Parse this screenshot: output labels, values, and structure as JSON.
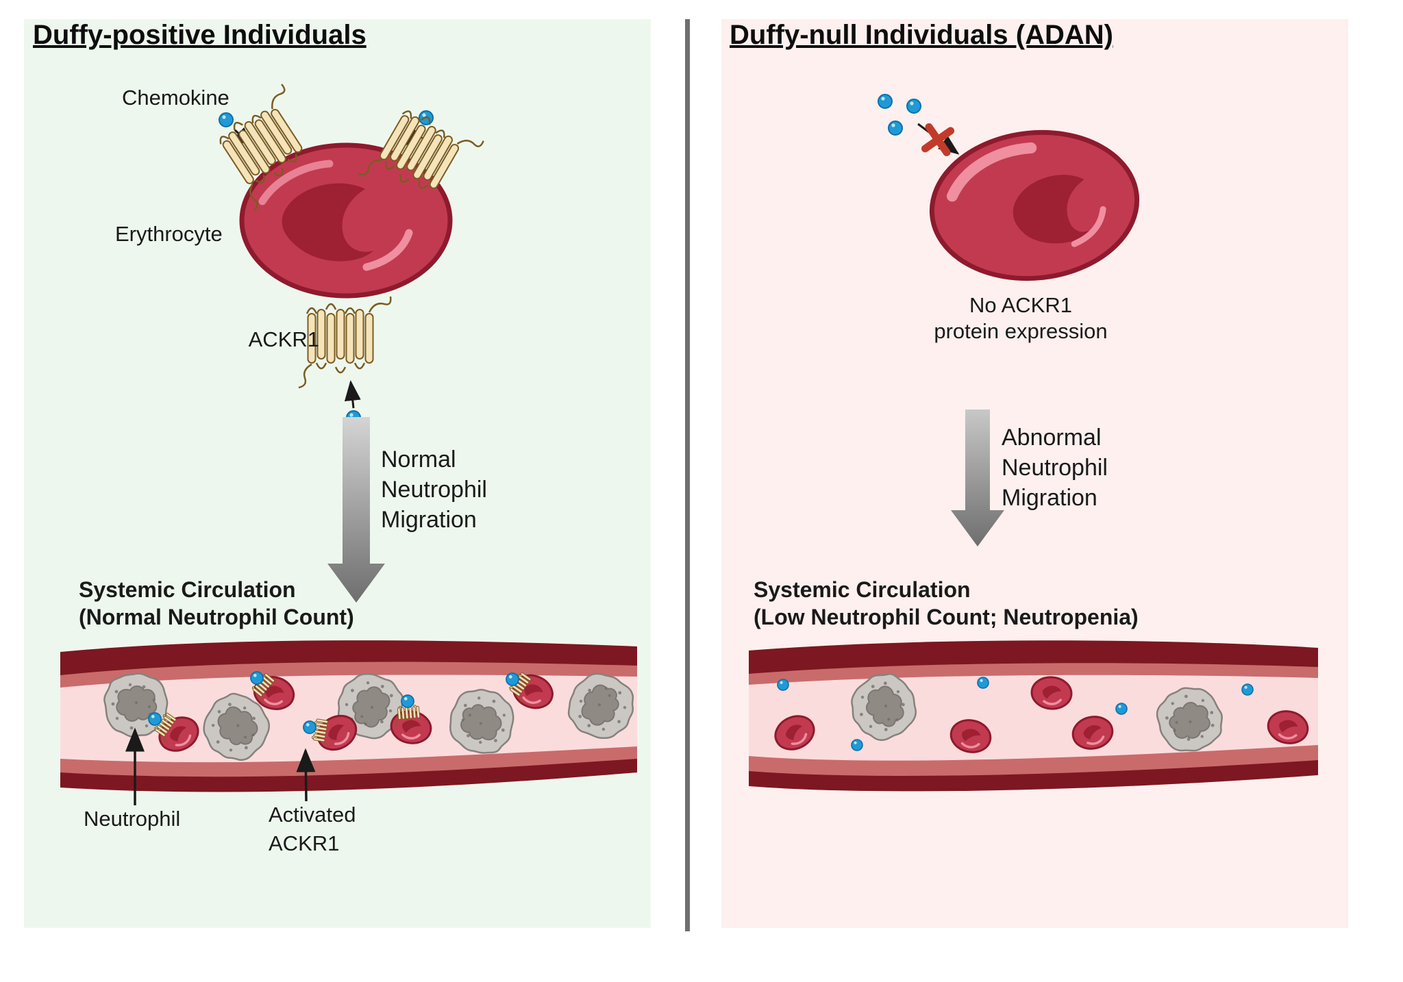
{
  "colors": {
    "ink": "#1a1a1a",
    "panel-green": "#eef7ee",
    "panel-pink": "#fdf0ef",
    "divider": "#6e6e6e",
    "rbc-body": "#c23a50",
    "rbc-edge": "#8e1a2d",
    "rbc-dark": "#9e2033",
    "rbc-light": "#ef8fa0",
    "vessel-dark": "#7d1721",
    "vessel-mid": "#c96b6b",
    "vessel-lumen": "#fbdcdc",
    "neut-body": "#cbc7c3",
    "neut-edge": "#85817d",
    "neut-nucleus": "#8f8a84",
    "neut-spot": "#6f6b66",
    "receptor-fill": "#f5e3ba",
    "receptor-edge": "#7a5c22",
    "chemo-fill": "#1f9ad6",
    "chemo-edge": "#0e6fa8",
    "arrow-gray-light": "#d4d4d4",
    "arrow-gray-dark": "#6e6e6e",
    "x-red": "#c23b2a"
  },
  "left_panel": {
    "title": "Duffy-positive Individuals",
    "chemokine_label": "Chemokine",
    "erythrocyte_label": "Erythrocyte",
    "ackr1_label": "ACKR1",
    "migration_line1": "Normal",
    "migration_line2": "Neutrophil",
    "migration_line3": "Migration",
    "circulation_title": "Systemic Circulation",
    "circulation_subtitle": "(Normal Neutrophil Count)",
    "neutrophil_label": "Neutrophil",
    "activated_label_line1": "Activated",
    "activated_label_line2": "ACKR1"
  },
  "right_panel": {
    "title": "Duffy-null Individuals (ADAN)",
    "no_ackr1_line1": "No ACKR1",
    "no_ackr1_line2": "protein expression",
    "migration_line1": "Abnormal",
    "migration_line2": "Neutrophil",
    "migration_line3": "Migration",
    "circulation_title": "Systemic Circulation",
    "circulation_subtitle": "(Low Neutrophil Count; Neutropenia)"
  }
}
